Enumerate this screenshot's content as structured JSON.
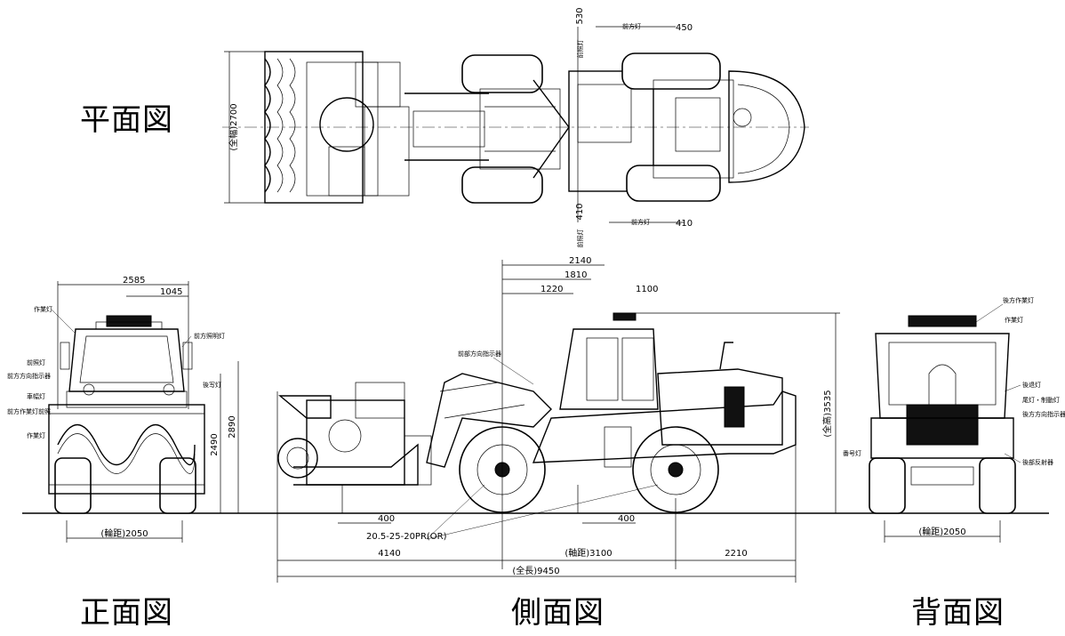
{
  "views": {
    "plan": {
      "title": "平面図"
    },
    "front": {
      "title": "正面図"
    },
    "side": {
      "title": "側面図"
    },
    "rear": {
      "title": "背面図"
    }
  },
  "dimensions": {
    "plan": {
      "overall_width": "(全幅)2700",
      "front_overhang_top": "530",
      "front_overhang_bottom": "410",
      "lamp_top_value": "450",
      "lamp_bottom_value": "410"
    },
    "front": {
      "width_top": "2585",
      "width_mid": "1045",
      "tread": "(輪距)2050",
      "height_a": "2490",
      "height_b": "2890"
    },
    "side": {
      "dim_2140": "2140",
      "dim_1810": "1810",
      "dim_1220": "1220",
      "dim_1100": "1100",
      "overall_height": "(全高)3535",
      "ground_clear": "400",
      "min_ground": "400",
      "tyre_spec": "20.5-25-20PR(OR)",
      "front_len": "4140",
      "wheelbase": "(軸距)3100",
      "rear_len": "2210",
      "overall_length": "(全長)9450"
    },
    "rear": {
      "tread": "(輪距)2050"
    }
  },
  "labels": {
    "plan": [
      "前方灯",
      "前方灯",
      "前照灯",
      "前照灯"
    ],
    "front": [
      "作業灯",
      "前照灯",
      "前方方向指示器",
      "車幅灯",
      "前方作業灯前照",
      "作業灯",
      "前方照明灯",
      "後写灯"
    ],
    "side": [
      "前部方向指示器"
    ],
    "rear": [
      "後方作業灯",
      "作業灯",
      "後退灯",
      "尾灯・制動灯",
      "後方方向指示器",
      "後部反射器",
      "番号灯"
    ]
  },
  "colors": {
    "ink": "#000000",
    "paper": "#ffffff"
  }
}
